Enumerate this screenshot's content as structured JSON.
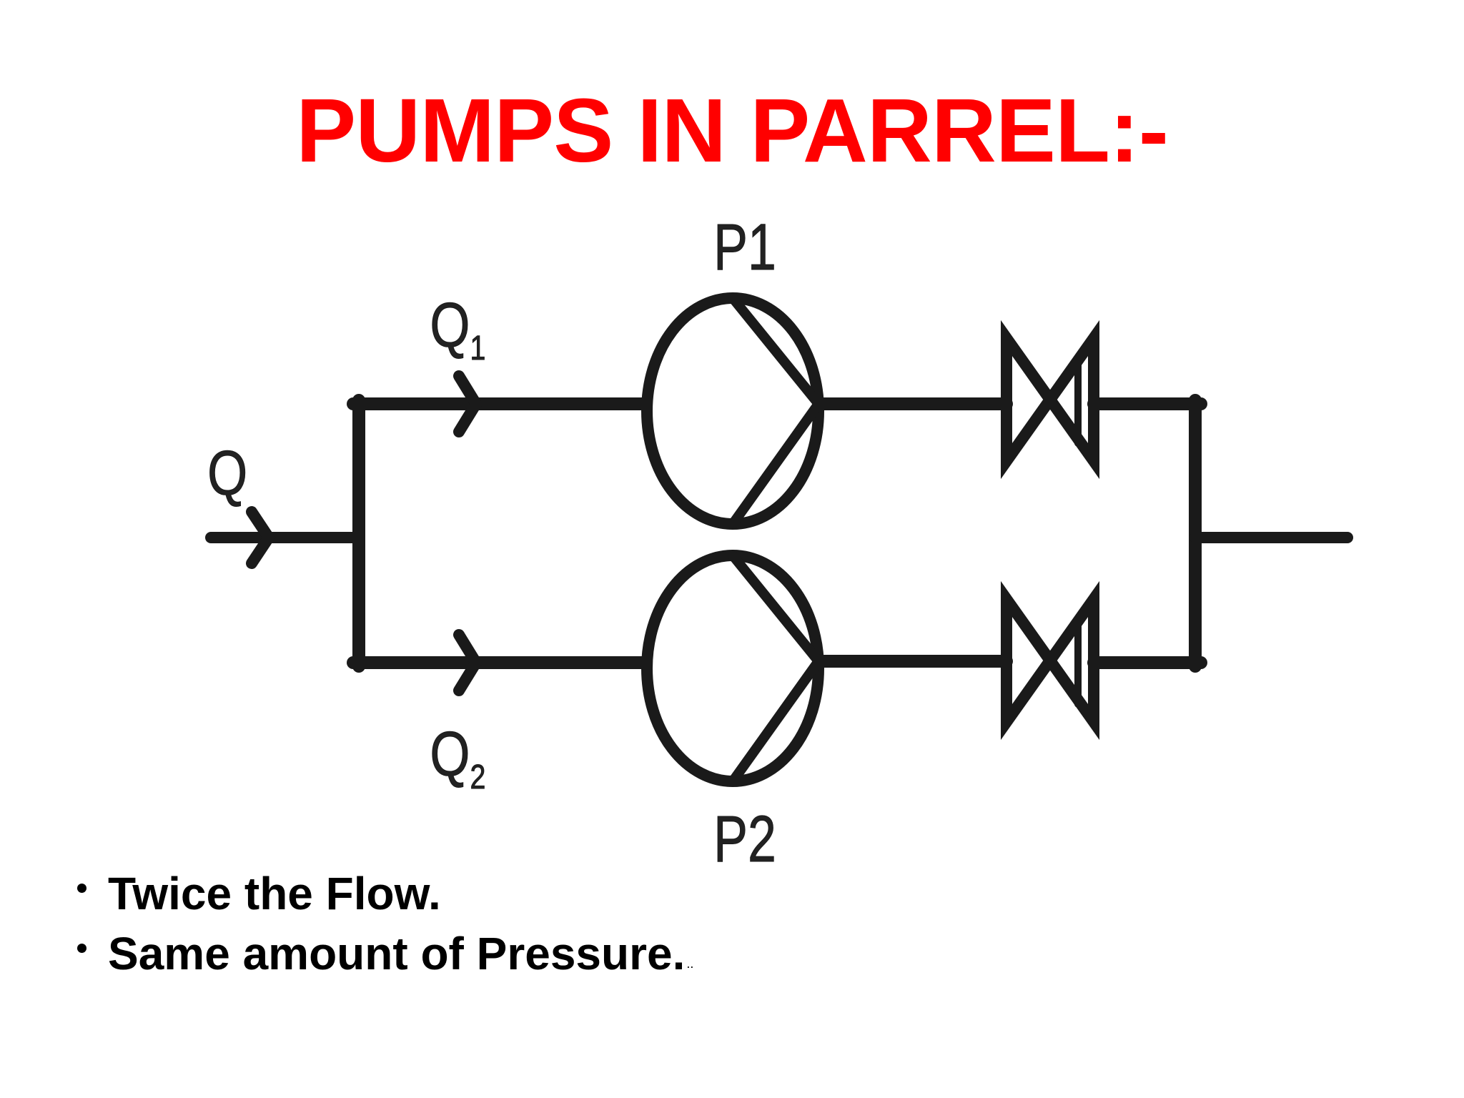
{
  "title": "PUMPS IN PARREL:-",
  "colors": {
    "title": "#ff0000",
    "line": "#1a1a1a",
    "background": "#ffffff"
  },
  "diagram": {
    "inlet_label": "Q",
    "branch_top_label_main": "Q",
    "branch_top_label_sub": "1",
    "branch_bottom_label_main": "Q",
    "branch_bottom_label_sub": "2",
    "pump_top_label": "P1",
    "pump_bottom_label": "P2"
  },
  "bullets": [
    "Twice the Flow.",
    "Same amount of Pressure."
  ],
  "bullet_suffix": ".."
}
